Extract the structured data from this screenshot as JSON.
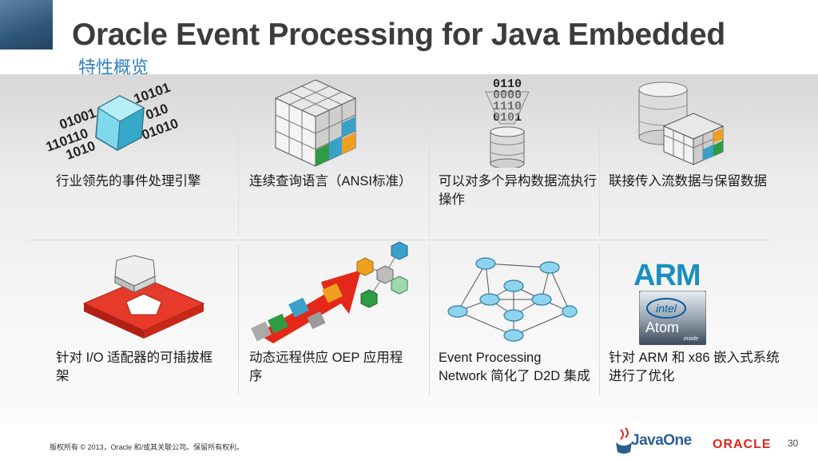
{
  "slide": {
    "title": "Oracle Event Processing for Java Embedded",
    "subtitle": "特性概览"
  },
  "features": [
    {
      "label": "行业领先的事件处理引擎",
      "icon": "crystal-binary-icon"
    },
    {
      "label": "连续查询语言（ANSI标准）",
      "icon": "data-cube-icon"
    },
    {
      "label": "可以对多个异构数据流执行操作",
      "icon": "binary-funnel-database-icon"
    },
    {
      "label": "联接传入流数据与保留数据",
      "icon": "database-cube-icon"
    },
    {
      "label": "针对 I/O 适配器的可插拔框架",
      "icon": "pluggable-adapter-icon"
    },
    {
      "label": "动态远程供应 OEP 应用程序",
      "icon": "puzzle-arrow-icon"
    },
    {
      "label": "Event Processing Network 简化了 D2D 集成",
      "icon": "event-network-icon"
    },
    {
      "label": "针对 ARM 和 x86 嵌入式系统进行了优化",
      "icon": "arm-intel-atom-icon"
    }
  ],
  "binary_text": {
    "left": [
      "01001",
      "110110",
      "1010"
    ],
    "right": [
      "10101",
      "010",
      "01010"
    ],
    "funnel": [
      "0110",
      "0000",
      "1110",
      "0101"
    ]
  },
  "logos": {
    "arm": "ARM",
    "intel": "intel",
    "atom": "Atom",
    "atom_inside": "inside",
    "javaone": "JavaOne",
    "oracle": "ORACLE"
  },
  "footer": {
    "copyright": "版权所有 © 2013，Oracle 和/或其关联公司。保留所有权利。",
    "page_number": "30"
  },
  "colors": {
    "title": "#3c3c3c",
    "subtitle": "#2f7fc1",
    "corner": "#2f5577",
    "oracle_red": "#e1251b",
    "arm_blue": "#1a8fbf"
  }
}
